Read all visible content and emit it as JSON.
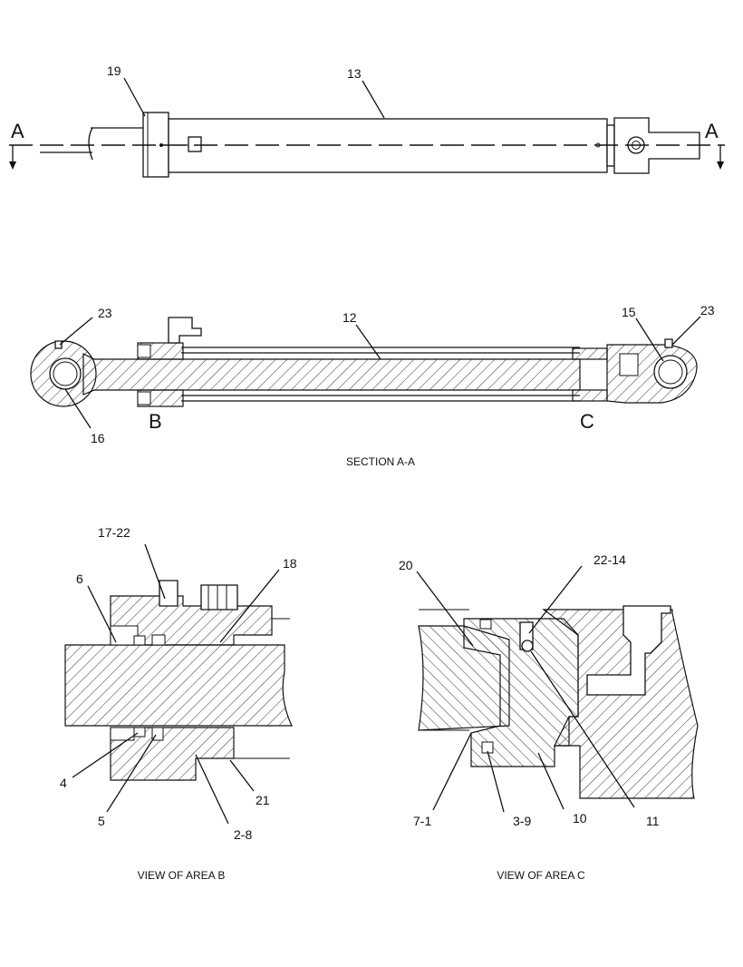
{
  "views": {
    "top": {
      "section_marker_left": "A",
      "section_marker_right": "A"
    },
    "section": {
      "caption": "SECTION A-A",
      "area_marker_b": "B",
      "area_marker_c": "C"
    },
    "area_b": {
      "caption": "VIEW OF AREA B"
    },
    "area_c": {
      "caption": "VIEW OF AREA C"
    }
  },
  "callouts": {
    "p19": "19",
    "p13": "13",
    "p23_left": "23",
    "p12": "12",
    "p15": "15",
    "p23_right": "23",
    "p16": "16",
    "p17_22": "17-22",
    "p18": "18",
    "p6": "6",
    "p4": "4",
    "p5": "5",
    "p2_8": "2-8",
    "p21": "21",
    "p20": "20",
    "p22_14": "22-14",
    "p7_1": "7-1",
    "p3_9": "3-9",
    "p10": "10",
    "p11": "11"
  }
}
